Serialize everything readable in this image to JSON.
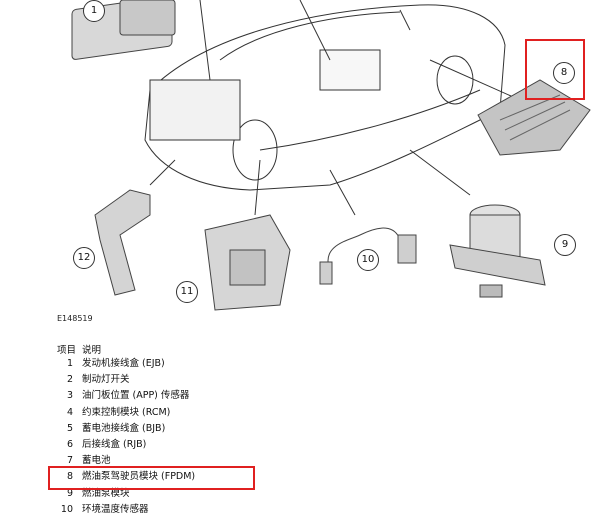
{
  "figure_id": "E148519",
  "callouts": [
    "1",
    "8",
    "9",
    "10",
    "11",
    "12"
  ],
  "legend": {
    "header_item": "项目",
    "header_desc": "说明",
    "items": [
      {
        "num": "1",
        "desc": "发动机接线盒 (EJB)"
      },
      {
        "num": "2",
        "desc": "制动灯开关"
      },
      {
        "num": "3",
        "desc": "油门板位置 (APP) 传感器"
      },
      {
        "num": "4",
        "desc": "约束控制模块 (RCM)"
      },
      {
        "num": "5",
        "desc": "蓄电池接线盒 (BJB)"
      },
      {
        "num": "6",
        "desc": "后接线盒 (RJB)"
      },
      {
        "num": "7",
        "desc": "蓄电池"
      },
      {
        "num": "8",
        "desc": "燃油泵驾驶员模块 (FPDM)"
      },
      {
        "num": "9",
        "desc": "燃油泵模块"
      },
      {
        "num": "10",
        "desc": "环境温度传感器"
      }
    ]
  },
  "highlight_color": "#e02020"
}
